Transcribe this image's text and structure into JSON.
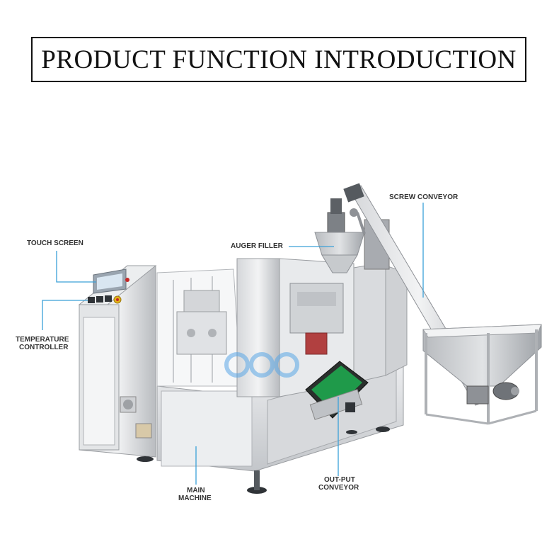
{
  "title": "PRODUCT FUNCTION INTRODUCTION",
  "labels": {
    "touch_screen": "TOUCH SCREEN",
    "temperature_controller_1": "TEMPERATURE",
    "temperature_controller_2": "CONTROLLER",
    "auger_filler": "AUGER FILLER",
    "screw_conveyor": "SCREW CONVEYOR",
    "main_machine_1": "MAIN",
    "main_machine_2": "MACHINE",
    "output_conveyor_1": "OUT-PUT",
    "output_conveyor_2": "CONVEYOR"
  },
  "colors": {
    "leader_line": "#3aa0d8",
    "steel_light": "#e6e7e9",
    "steel_mid": "#c4c6ca",
    "steel_dark": "#8e9196",
    "belt": "#2a2f2c",
    "belt_green": "#1f9a4a",
    "watermark": "#5aa7e6"
  }
}
